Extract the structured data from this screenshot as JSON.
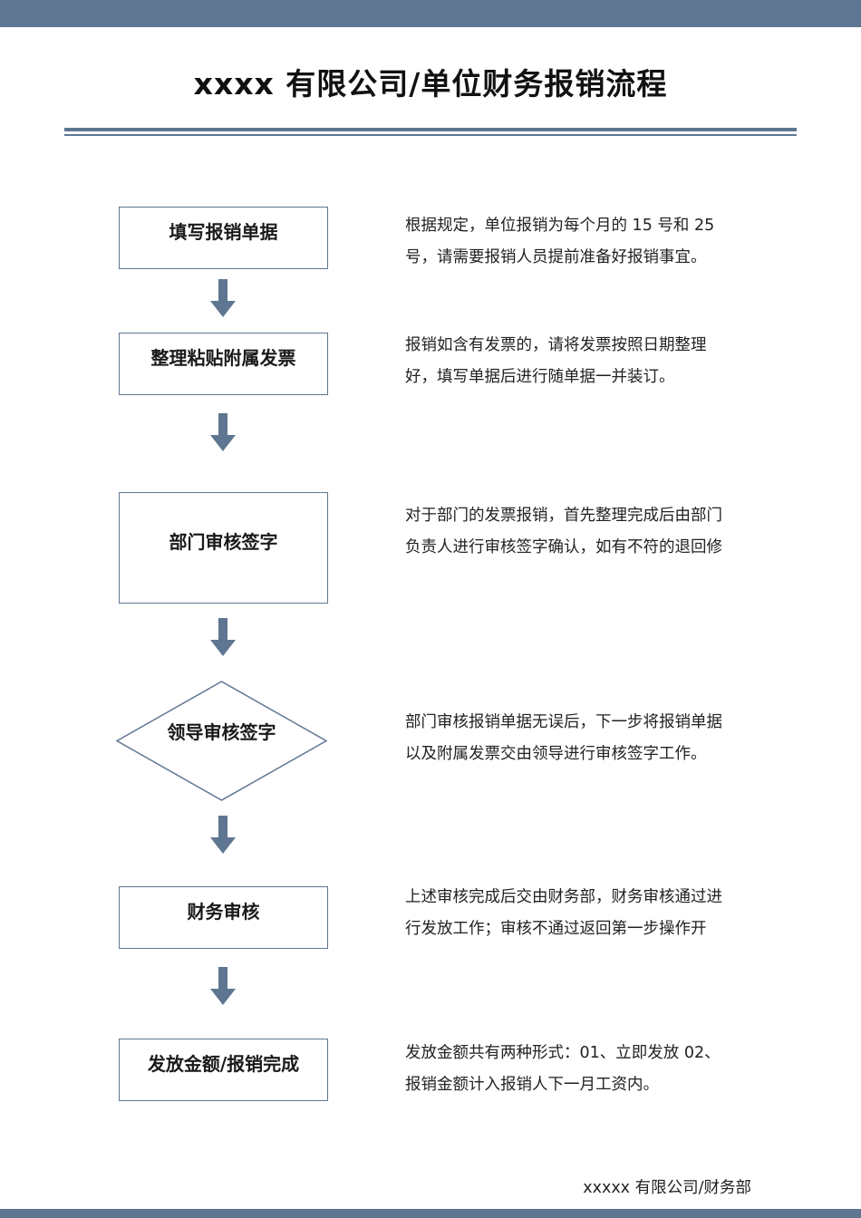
{
  "document": {
    "title": "xxxx 有限公司/单位财务报销流程",
    "footer": "xxxxx 有限公司/财务部"
  },
  "colors": {
    "accent": "#5f7692"
  },
  "steps": [
    {
      "label": "填写报销单据",
      "shape": "rectangle",
      "desc_lines": [
        "根据规定，单位报销为每个月的 15 号和 25",
        "号，请需要报销人员提前准备好报销事宜。"
      ]
    },
    {
      "label": "整理粘贴附属发票",
      "shape": "rectangle",
      "desc_lines": [
        "报销如含有发票的，请将发票按照日期整理",
        "好，填写单据后进行随单据一并装订。"
      ]
    },
    {
      "label": "部门审核签字",
      "shape": "rectangle",
      "desc_lines": [
        "对于部门的发票报销，首先整理完成后由部门",
        "负责人进行审核签字确认，如有不符的退回修"
      ]
    },
    {
      "label": "领导审核签字",
      "shape": "diamond",
      "desc_lines": [
        "部门审核报销单据无误后，下一步将报销单据",
        "以及附属发票交由领导进行审核签字工作。"
      ]
    },
    {
      "label": "财务审核",
      "shape": "rectangle",
      "desc_lines": [
        "上述审核完成后交由财务部，财务审核通过进",
        "行发放工作；审核不通过返回第一步操作开"
      ]
    },
    {
      "label": "发放金额/报销完成",
      "shape": "rectangle",
      "desc_lines": [
        "发放金额共有两种形式：01、立即发放  02、",
        "报销金额计入报销人下一月工资内。"
      ]
    }
  ],
  "arrows": [
    {
      "icon": "down-arrow-icon"
    },
    {
      "icon": "down-arrow-icon"
    },
    {
      "icon": "down-arrow-icon"
    },
    {
      "icon": "down-arrow-icon"
    },
    {
      "icon": "down-arrow-icon"
    }
  ]
}
